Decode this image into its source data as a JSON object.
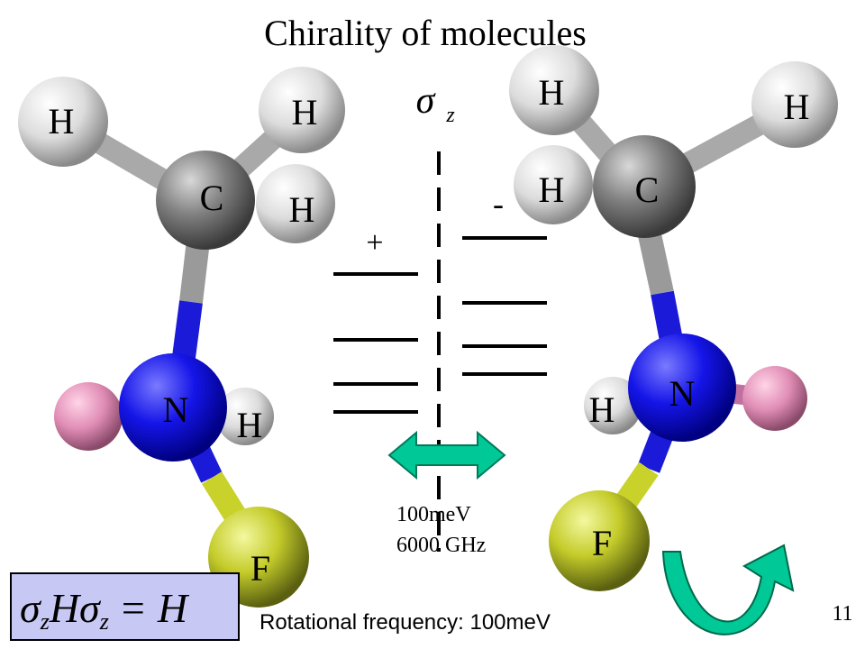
{
  "title": "Chirality of molecules",
  "sigma_symbol": "σ",
  "sigma_subscript": "z",
  "plus_sign": "+",
  "minus_sign": "-",
  "energy_label": "100meV",
  "frequency_label": "6000 GHz",
  "rotational_label": "Rotational frequency: 100meV",
  "page_number": "11",
  "equation": {
    "sigma1": "σ",
    "sub1": "z",
    "h1": "H",
    "sigma2": "σ",
    "sub2": "z",
    "equals": "=",
    "h2": "H"
  },
  "left_molecule": {
    "c": "C",
    "h_top_left": "H",
    "h_top_right": "H",
    "h_front": "H",
    "n": "N",
    "h_back": "H",
    "f": "F"
  },
  "right_molecule": {
    "c": "C",
    "h_top_left": "H",
    "h_top_right": "H",
    "h_front": "H",
    "n": "N",
    "h_back": "H",
    "f": "F"
  },
  "colors": {
    "carbon": "#7a7a7a",
    "hydrogen": "#e6e6e6",
    "nitrogen": "#1a1ae0",
    "fluorine": "#c8d22a",
    "lone_atom": "#e08cb4",
    "arrow": "#00c896",
    "equation_box": "#c8c8f5"
  }
}
